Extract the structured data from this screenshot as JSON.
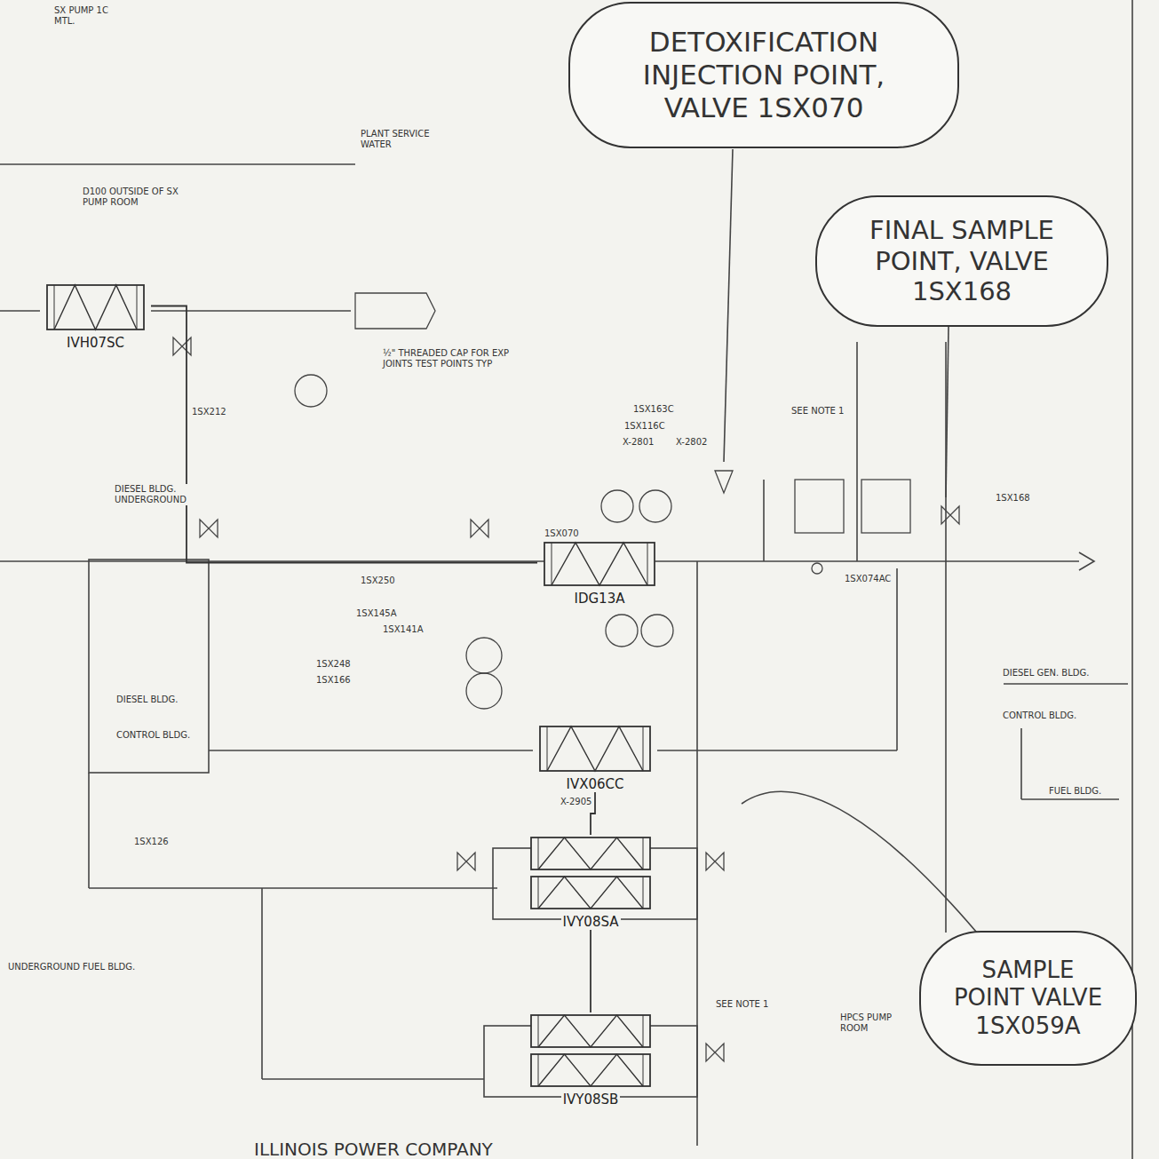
{
  "diagram": {
    "nodes": [
      {
        "text": [
          "DETOXIFICATION INJECTION POINT, VALVE 1SX070"
        ]
      },
      {
        "text": [
          "FINAL SAMPLE POINT, VALVE 1SX168"
        ]
      },
      {
        "text": [
          "SAMPLE POINT VALVE 1SX059A"
        ]
      },
      {
        "text": [
          "IVH07SC"
        ]
      },
      {
        "text": [
          "IDG13A"
        ]
      },
      {
        "text": [
          "IVX06CC"
        ]
      },
      {
        "text": [
          "IVY08SA"
        ]
      },
      {
        "text": [
          "IVY08SB"
        ]
      }
    ],
    "edges": [
      {
        "from": 3,
        "to": 4,
        "arrow": "none"
      },
      {
        "from": 5,
        "to": 6,
        "arrow": "none"
      },
      {
        "from": 6,
        "to": 7,
        "arrow": "none"
      }
    ],
    "labels": [
      "PLANT SERVICE WATER",
      "½\" THREADED CAP FOR EXP JOINTS TEST POINTS TYP",
      "DIESEL BLDG. UNDERGROUND",
      "DIESEL BLDG.",
      "CONTROL BLDG.",
      "1SX163C",
      "1SX116C",
      "1SX250",
      "1SX248",
      "1SX166",
      "1SX212",
      "1SX141A",
      "1SX145A",
      "1SX074AC",
      "1SX168",
      "DIESEL GEN. BLDG.",
      "CONTROL BLDG.",
      "FUEL BLDG.",
      "UNDERGROUND FUEL BLDG.",
      "ILLINOIS POWER COMPANY",
      "1SX126",
      "D100 OUTSIDE OF SX PUMP ROOM",
      "SEE NOTE 1",
      "HPCS PUMP ROOM",
      "SX PUMP 1C MTL.",
      "1SX070",
      "X-2801",
      "X-2802",
      "X-2905",
      "SEE NOTE 1"
    ]
  }
}
